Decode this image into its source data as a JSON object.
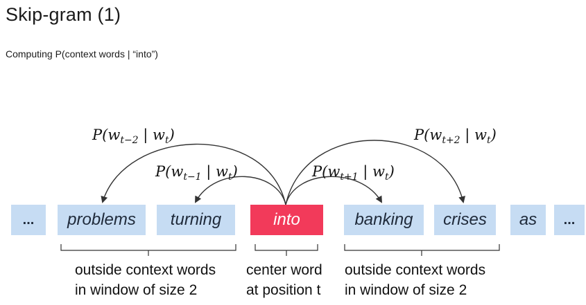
{
  "header": {
    "title": "Skip-gram (1)",
    "subtitle": "Computing P(context words | “into”)"
  },
  "words": {
    "ellipsis_left": "...",
    "w1": "problems",
    "w2": "turning",
    "center": "into",
    "w4": "banking",
    "w5": "crises",
    "w6": "as",
    "ellipsis_right": "..."
  },
  "probs": {
    "p_minus2": {
      "head": "P(w",
      "sub": "t−2",
      "mid": " | w",
      "sub2": "t",
      "tail": ")"
    },
    "p_minus1": {
      "head": "P(w",
      "sub": "t−1",
      "mid": " | w",
      "sub2": "t",
      "tail": ")"
    },
    "p_plus1": {
      "head": "P(w",
      "sub": "t+1",
      "mid": " | w",
      "sub2": "t",
      "tail": ")"
    },
    "p_plus2": {
      "head": "P(w",
      "sub": "t+2",
      "mid": " | w",
      "sub2": "t",
      "tail": ")"
    }
  },
  "labels": {
    "left_line1": "outside context words",
    "left_line2": "in window of size 2",
    "center_line1": "center word",
    "center_line2": "at position t",
    "right_line1": "outside context words",
    "right_line2": "in window of size 2"
  },
  "colors": {
    "context_box": "#c6dcf3",
    "center_box": "#f23a5a"
  }
}
